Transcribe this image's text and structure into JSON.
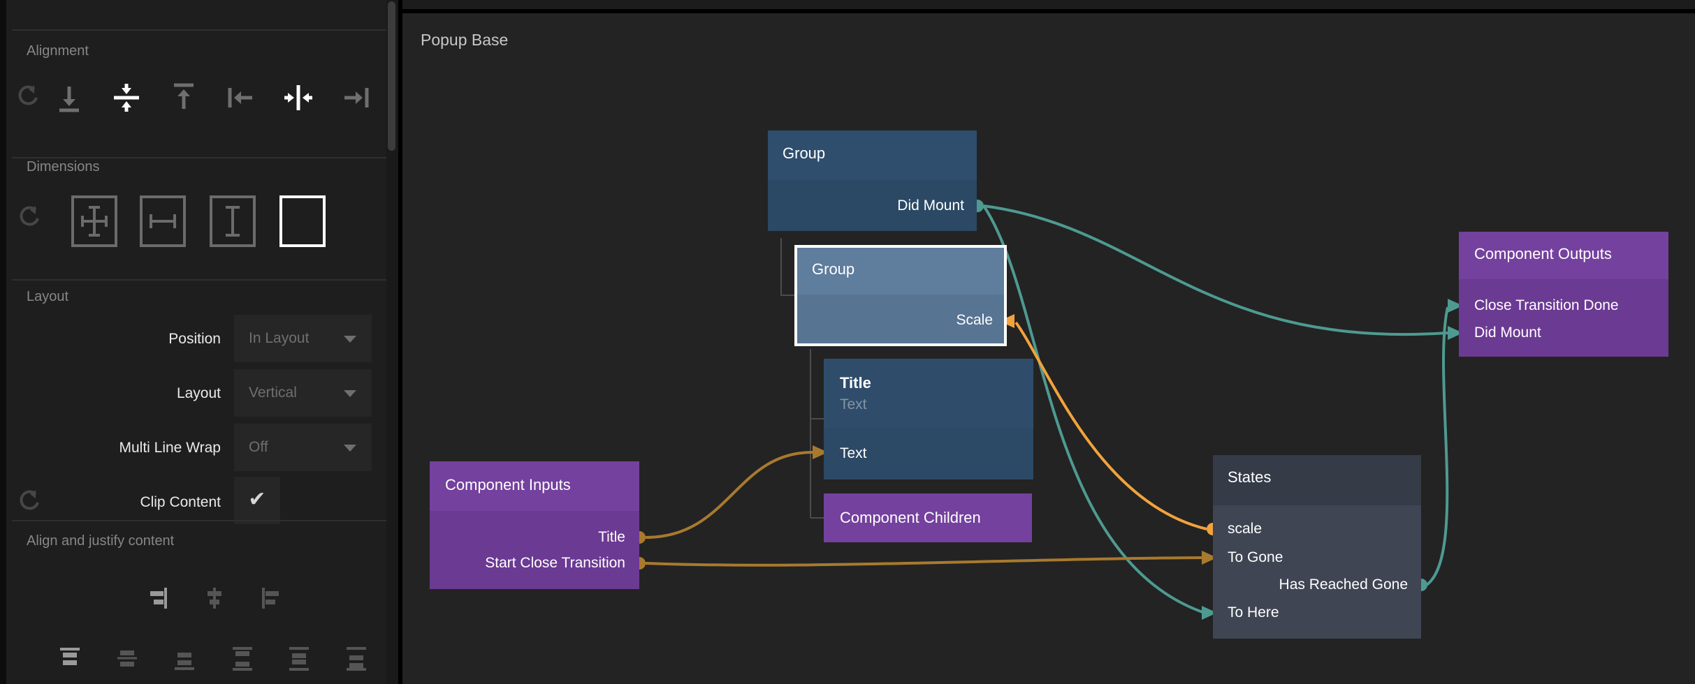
{
  "colors": {
    "teal": "#4e9a91",
    "orange": "#f2a33c",
    "gold": "#a87a2e",
    "blue_header": "#2f4e6e",
    "blue_body": "#2b4964",
    "selected_header": "#5f7d9d",
    "selected_body": "#577493",
    "purple_header": "#74419e",
    "purple_body": "#6b3a93",
    "states_header": "#353b47",
    "states_body": "#3f4553",
    "canvas_bg": "#232323",
    "sidebar_bg": "#1e1e1e"
  },
  "sidebar": {
    "alignment": {
      "title": "Alignment",
      "icons": [
        "reset",
        "align-bottom",
        "center-vertical",
        "align-top",
        "align-left",
        "center-horizontal",
        "align-right"
      ]
    },
    "dimensions": {
      "title": "Dimensions",
      "icons": [
        "reset",
        "size-width-height",
        "size-width",
        "size-height",
        "size-content"
      ]
    },
    "layout": {
      "title": "Layout",
      "position_label": "Position",
      "position_value": "In Layout",
      "layout_label": "Layout",
      "layout_value": "Vertical",
      "wrap_label": "Multi Line Wrap",
      "wrap_value": "Off",
      "clip_label": "Clip Content",
      "clip_checked": "✔"
    },
    "align_justify": {
      "title": "Align and justify content"
    }
  },
  "canvas": {
    "breadcrumb": "Popup Base",
    "nodes": {
      "group_outer": {
        "title": "Group",
        "ports": [
          {
            "label": "Did Mount",
            "side": "right",
            "marker": "dot-teal"
          }
        ]
      },
      "group_inner": {
        "title": "Group",
        "selected": true,
        "ports": [
          {
            "label": "Scale",
            "side": "right",
            "marker": "arrow-orange"
          }
        ]
      },
      "title_text": {
        "title": "Title",
        "subtitle": "Text",
        "ports": [
          {
            "label": "Text",
            "side": "left",
            "marker": "arrow-gold"
          }
        ]
      },
      "component_children": {
        "title": "Component Children"
      },
      "component_inputs": {
        "title": "Component Inputs",
        "ports": [
          {
            "label": "Title",
            "side": "right",
            "marker": "dot-gold"
          },
          {
            "label": "Start Close Transition",
            "side": "right",
            "marker": "dot-gold"
          }
        ]
      },
      "states": {
        "title": "States",
        "ports": [
          {
            "label": "scale",
            "side": "left",
            "marker": "dot-orange"
          },
          {
            "label": "To Gone",
            "side": "left",
            "marker": "arrow-gold"
          },
          {
            "label": "Has Reached Gone",
            "side": "right",
            "marker": "dot-teal"
          },
          {
            "label": "To Here",
            "side": "left",
            "marker": "arrow-teal"
          }
        ]
      },
      "component_outputs": {
        "title": "Component Outputs",
        "ports": [
          {
            "label": "Close Transition Done",
            "side": "left",
            "marker": "arrow-teal"
          },
          {
            "label": "Did Mount",
            "side": "left",
            "marker": "arrow-teal"
          }
        ]
      }
    },
    "connections": [
      {
        "from": "Group.Did Mount",
        "to": "Component Outputs.Did Mount",
        "color": "teal"
      },
      {
        "from": "Group.Did Mount",
        "to": "States.To Here",
        "color": "teal"
      },
      {
        "from": "States.Has Reached Gone",
        "to": "Component Outputs.Close Transition Done",
        "color": "teal"
      },
      {
        "from": "Component Inputs.Title",
        "to": "Title.Text",
        "color": "gold"
      },
      {
        "from": "Component Inputs.Start Close Transition",
        "to": "States.To Gone",
        "color": "gold"
      },
      {
        "from": "States.scale",
        "to": "Group.Scale",
        "color": "orange"
      }
    ]
  }
}
